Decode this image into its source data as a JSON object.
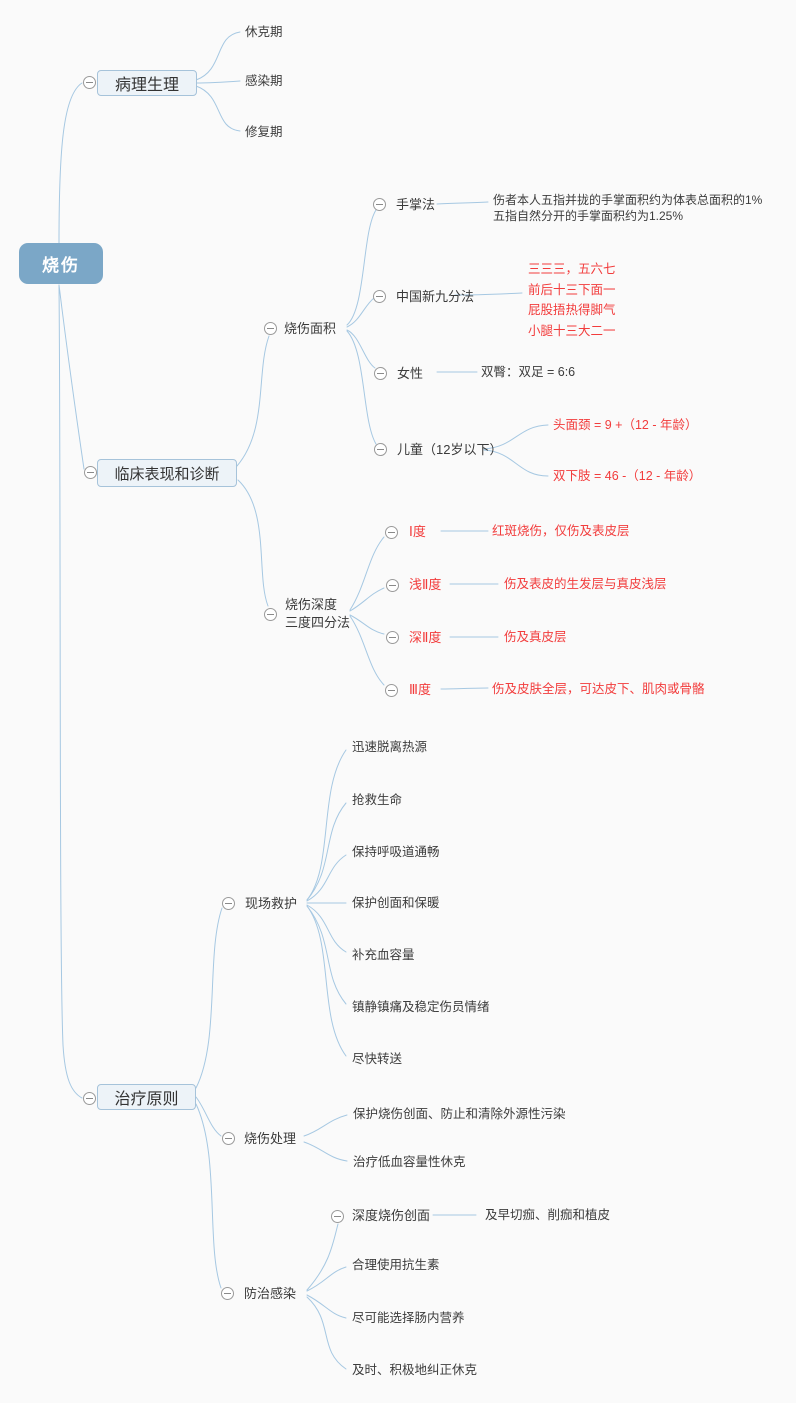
{
  "root": {
    "label": "烧伤"
  },
  "pathophysiology": {
    "label": "病理生理",
    "children": {
      "shock": "休克期",
      "infect": "感染期",
      "repair": "修复期"
    }
  },
  "clinical": {
    "label": "临床表现和诊断",
    "area": {
      "label": "烧伤面积",
      "palm": {
        "label": "手掌法",
        "note1": "伤者本人五指并拢的手掌面积约为体表总面积的1%",
        "note2": "五指自然分开的手掌面积约为1.25%"
      },
      "nines": {
        "label": "中国新九分法",
        "mnemonic1": "三三三，五六七",
        "mnemonic2": "前后十三下面一",
        "mnemonic3": "屁股捂热得脚气",
        "mnemonic4": "小腿十三大二一"
      },
      "female": {
        "label": "女性",
        "note": "双臀：双足 = 6:6"
      },
      "child": {
        "label": "儿童（12岁以下）",
        "formula1": "头面颈 = 9 +（12 - 年龄）",
        "formula2": "双下肢 = 46 -（12 - 年龄）"
      }
    },
    "depth": {
      "label1": "烧伤深度",
      "label2": "三度四分法",
      "degree1": {
        "label": "Ⅰ度",
        "desc": "红斑烧伤，仅伤及表皮层"
      },
      "degree2": {
        "label": "浅Ⅱ度",
        "desc": "伤及表皮的生发层与真皮浅层"
      },
      "degree3": {
        "label": "深Ⅱ度",
        "desc": "伤及真皮层"
      },
      "degree4": {
        "label": "Ⅲ度",
        "desc": "伤及皮肤全层，可达皮下、肌肉或骨骼"
      }
    }
  },
  "treatment": {
    "label": "治疗原则",
    "onsite": {
      "label": "现场救护",
      "steps": [
        "迅速脱离热源",
        "抢救生命",
        "保持呼吸道通畅",
        "保护创面和保暖",
        "补充血容量",
        "镇静镇痛及稳定伤员情绪",
        "尽快转送"
      ]
    },
    "wound": {
      "label": "烧伤处理",
      "items": [
        "保护烧伤创面、防止和清除外源性污染",
        "治疗低血容量性休克"
      ]
    },
    "infection": {
      "label": "防治感染",
      "deep_wound": {
        "label": "深度烧伤创面",
        "note": "及早切痂、削痂和植皮"
      },
      "items": [
        "合理使用抗生素",
        "尽可能选择肠内营养",
        "及时、积极地纠正休克"
      ]
    }
  },
  "colors": {
    "root_fill": "#7ba7c7",
    "branch_fill": "#edf3f8",
    "branch_border": "#a6c3da",
    "link_line": "#a6c8e2",
    "highlight_red": "#f23c3c",
    "text_dark": "#3c3c3c"
  }
}
